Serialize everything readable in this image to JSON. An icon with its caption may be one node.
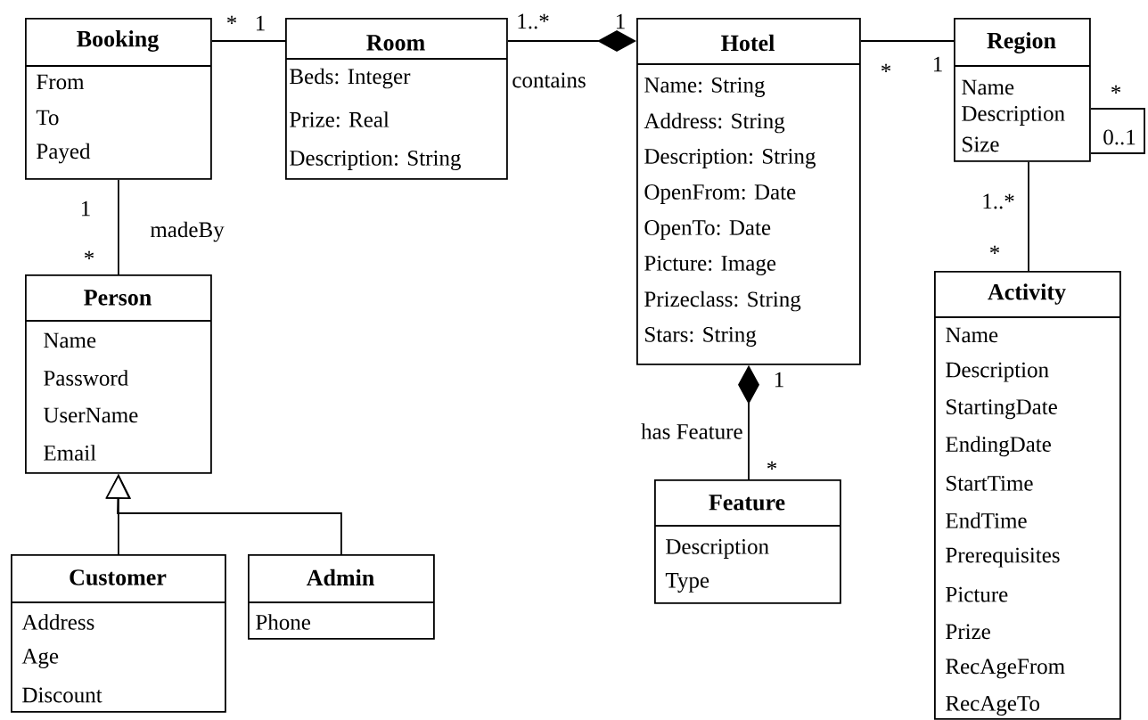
{
  "diagram": {
    "nodes": [
      {
        "text": [
          "Booking",
          "From",
          "To",
          "Payed"
        ]
      },
      {
        "text": [
          "Room",
          "Beds: Integer",
          "Prize: Real",
          "Description: String"
        ]
      },
      {
        "text": [
          "Hotel",
          "Name: String",
          "Address: String",
          "Description: String",
          "OpenFrom: Date",
          "OpenTo: Date",
          "Picture: Image",
          "Prizeclass: String",
          "Stars: String"
        ]
      },
      {
        "text": [
          "Region",
          "Name",
          "Description",
          "Size"
        ]
      },
      {
        "text": [
          "Person",
          "Name",
          "Password",
          "UserName",
          "Email"
        ]
      },
      {
        "text": [
          "Feature",
          "Description",
          "Type"
        ]
      },
      {
        "text": [
          "Activity",
          "Name",
          "Description",
          "StartingDate",
          "EndingDate",
          "StartTime",
          "EndTime",
          "Prerequisites",
          "Picture",
          "Prize",
          "RecAgeFrom",
          "RecAgeTo"
        ]
      },
      {
        "text": [
          "Customer",
          "Address",
          "Age",
          "Discount"
        ]
      },
      {
        "text": [
          "Admin",
          "Phone"
        ]
      }
    ],
    "edges": [
      {
        "from": 0,
        "to": 1,
        "arrow": "none"
      },
      {
        "from": 1,
        "to": 2,
        "arrow": "other",
        "label": "contains"
      },
      {
        "from": 2,
        "to": 3,
        "arrow": "none"
      },
      {
        "from": 3,
        "to": 3,
        "arrow": "none"
      },
      {
        "from": 3,
        "to": 6,
        "arrow": "none"
      },
      {
        "from": 0,
        "to": 4,
        "arrow": "none",
        "label": "madeBy"
      },
      {
        "from": 5,
        "to": 2,
        "arrow": "other",
        "label": "has Feature"
      },
      {
        "from": 7,
        "to": 4,
        "arrow": "to"
      },
      {
        "from": 8,
        "to": 4,
        "arrow": "to"
      }
    ],
    "labels": [
      "*",
      "1",
      "1..*",
      "1",
      "*",
      "1",
      "*",
      "0..1",
      "1",
      "1..*",
      "*",
      "*",
      "1",
      "*"
    ]
  }
}
